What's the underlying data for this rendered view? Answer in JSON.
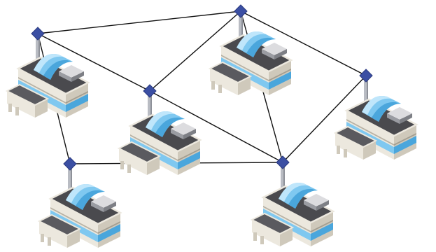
{
  "diagram": {
    "type": "network-topology",
    "colors": {
      "background": "#ffffff",
      "link": "#111111",
      "node_marker": "#3b4fa3",
      "node_marker_edge": "#2a3a80",
      "mast": "#b9bcc3",
      "mast_shade": "#8e9199",
      "roof_dark": "#4a4a4e",
      "roof_mid": "#5a5a5f",
      "wall_light": "#ece8de",
      "wall_shade": "#cfc9bb",
      "glass": "#7fc8f0",
      "glass_light": "#bfe6fb",
      "glass_dark": "#4aa6dc",
      "vent": "#9a9ca2"
    },
    "nodes": [
      {
        "id": "n1",
        "icon": "building-icon"
      },
      {
        "id": "n2",
        "icon": "building-icon"
      },
      {
        "id": "n3",
        "icon": "building-icon"
      },
      {
        "id": "n4",
        "icon": "building-icon"
      },
      {
        "id": "n5",
        "icon": "building-icon"
      },
      {
        "id": "n6",
        "icon": "building-icon"
      },
      {
        "id": "n7",
        "icon": "building-icon"
      }
    ],
    "links": [
      [
        "n1",
        "n2"
      ],
      [
        "n1",
        "n3"
      ],
      [
        "n1",
        "n5"
      ],
      [
        "n2",
        "n3"
      ],
      [
        "n2",
        "n4"
      ],
      [
        "n2",
        "n6"
      ],
      [
        "n3",
        "n6"
      ],
      [
        "n4",
        "n6"
      ],
      [
        "n5",
        "n6"
      ]
    ]
  }
}
